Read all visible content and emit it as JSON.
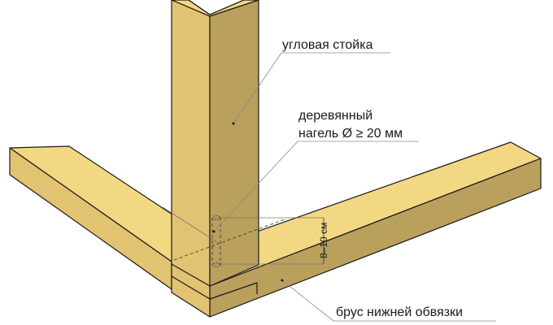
{
  "labels": {
    "corner_post": "угловая стойка",
    "dowel_line1": "деревянный",
    "dowel_line2": "нагель Ø ≥ 20 мм",
    "bottom_beam": "брус нижней обвязки",
    "dimension": "8–10 см"
  },
  "colors": {
    "top": "#f3d883",
    "side_light": "#e2c372",
    "side_dark": "#b9a05d",
    "outline": "#1a1a1a",
    "leader": "#8a8a8a"
  }
}
